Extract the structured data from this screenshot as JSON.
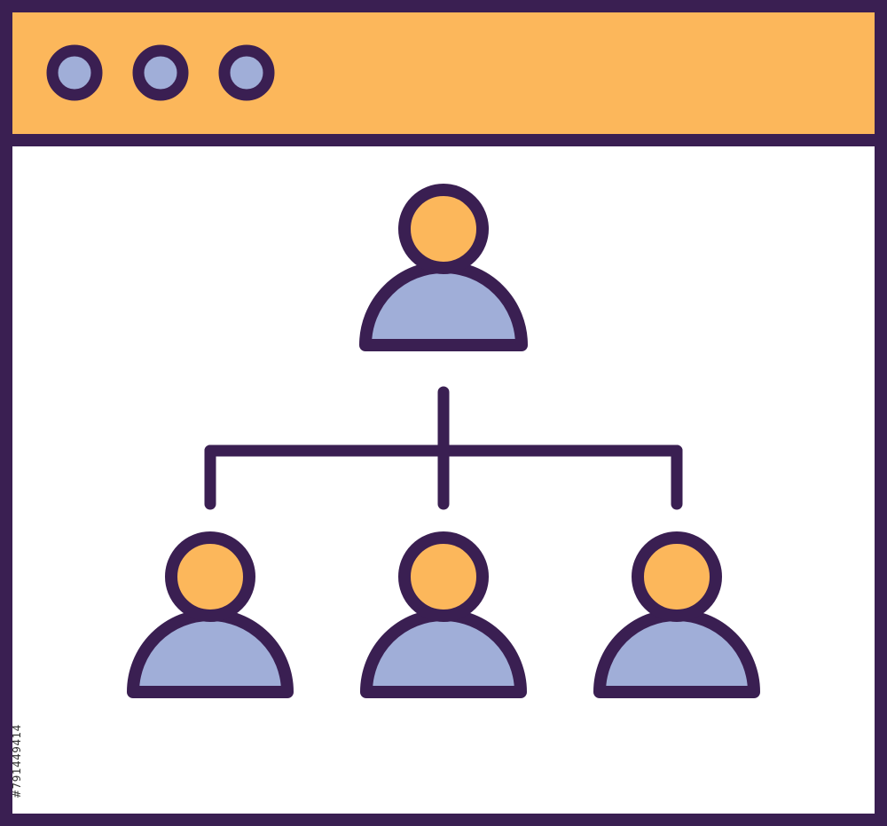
{
  "image": {
    "kind": "browser-window-org-chart-icon",
    "stock_id_text": "#791449414",
    "colors": {
      "outline": "#3a1f52",
      "title_bar": "#fcb75b",
      "window_body": "#ffffff",
      "window_dots": "#a0aed8",
      "person_head": "#fcb75b",
      "person_body": "#a0aed8",
      "connector": "#3a1f52"
    }
  },
  "window": {
    "control_dots": [
      {
        "name": "window-dot-1"
      },
      {
        "name": "window-dot-2"
      },
      {
        "name": "window-dot-3"
      }
    ]
  },
  "org_chart": {
    "people": [
      {
        "name": "person-top",
        "level": "parent"
      },
      {
        "name": "person-left",
        "level": "child"
      },
      {
        "name": "person-center",
        "level": "child"
      },
      {
        "name": "person-right",
        "level": "child"
      }
    ]
  }
}
